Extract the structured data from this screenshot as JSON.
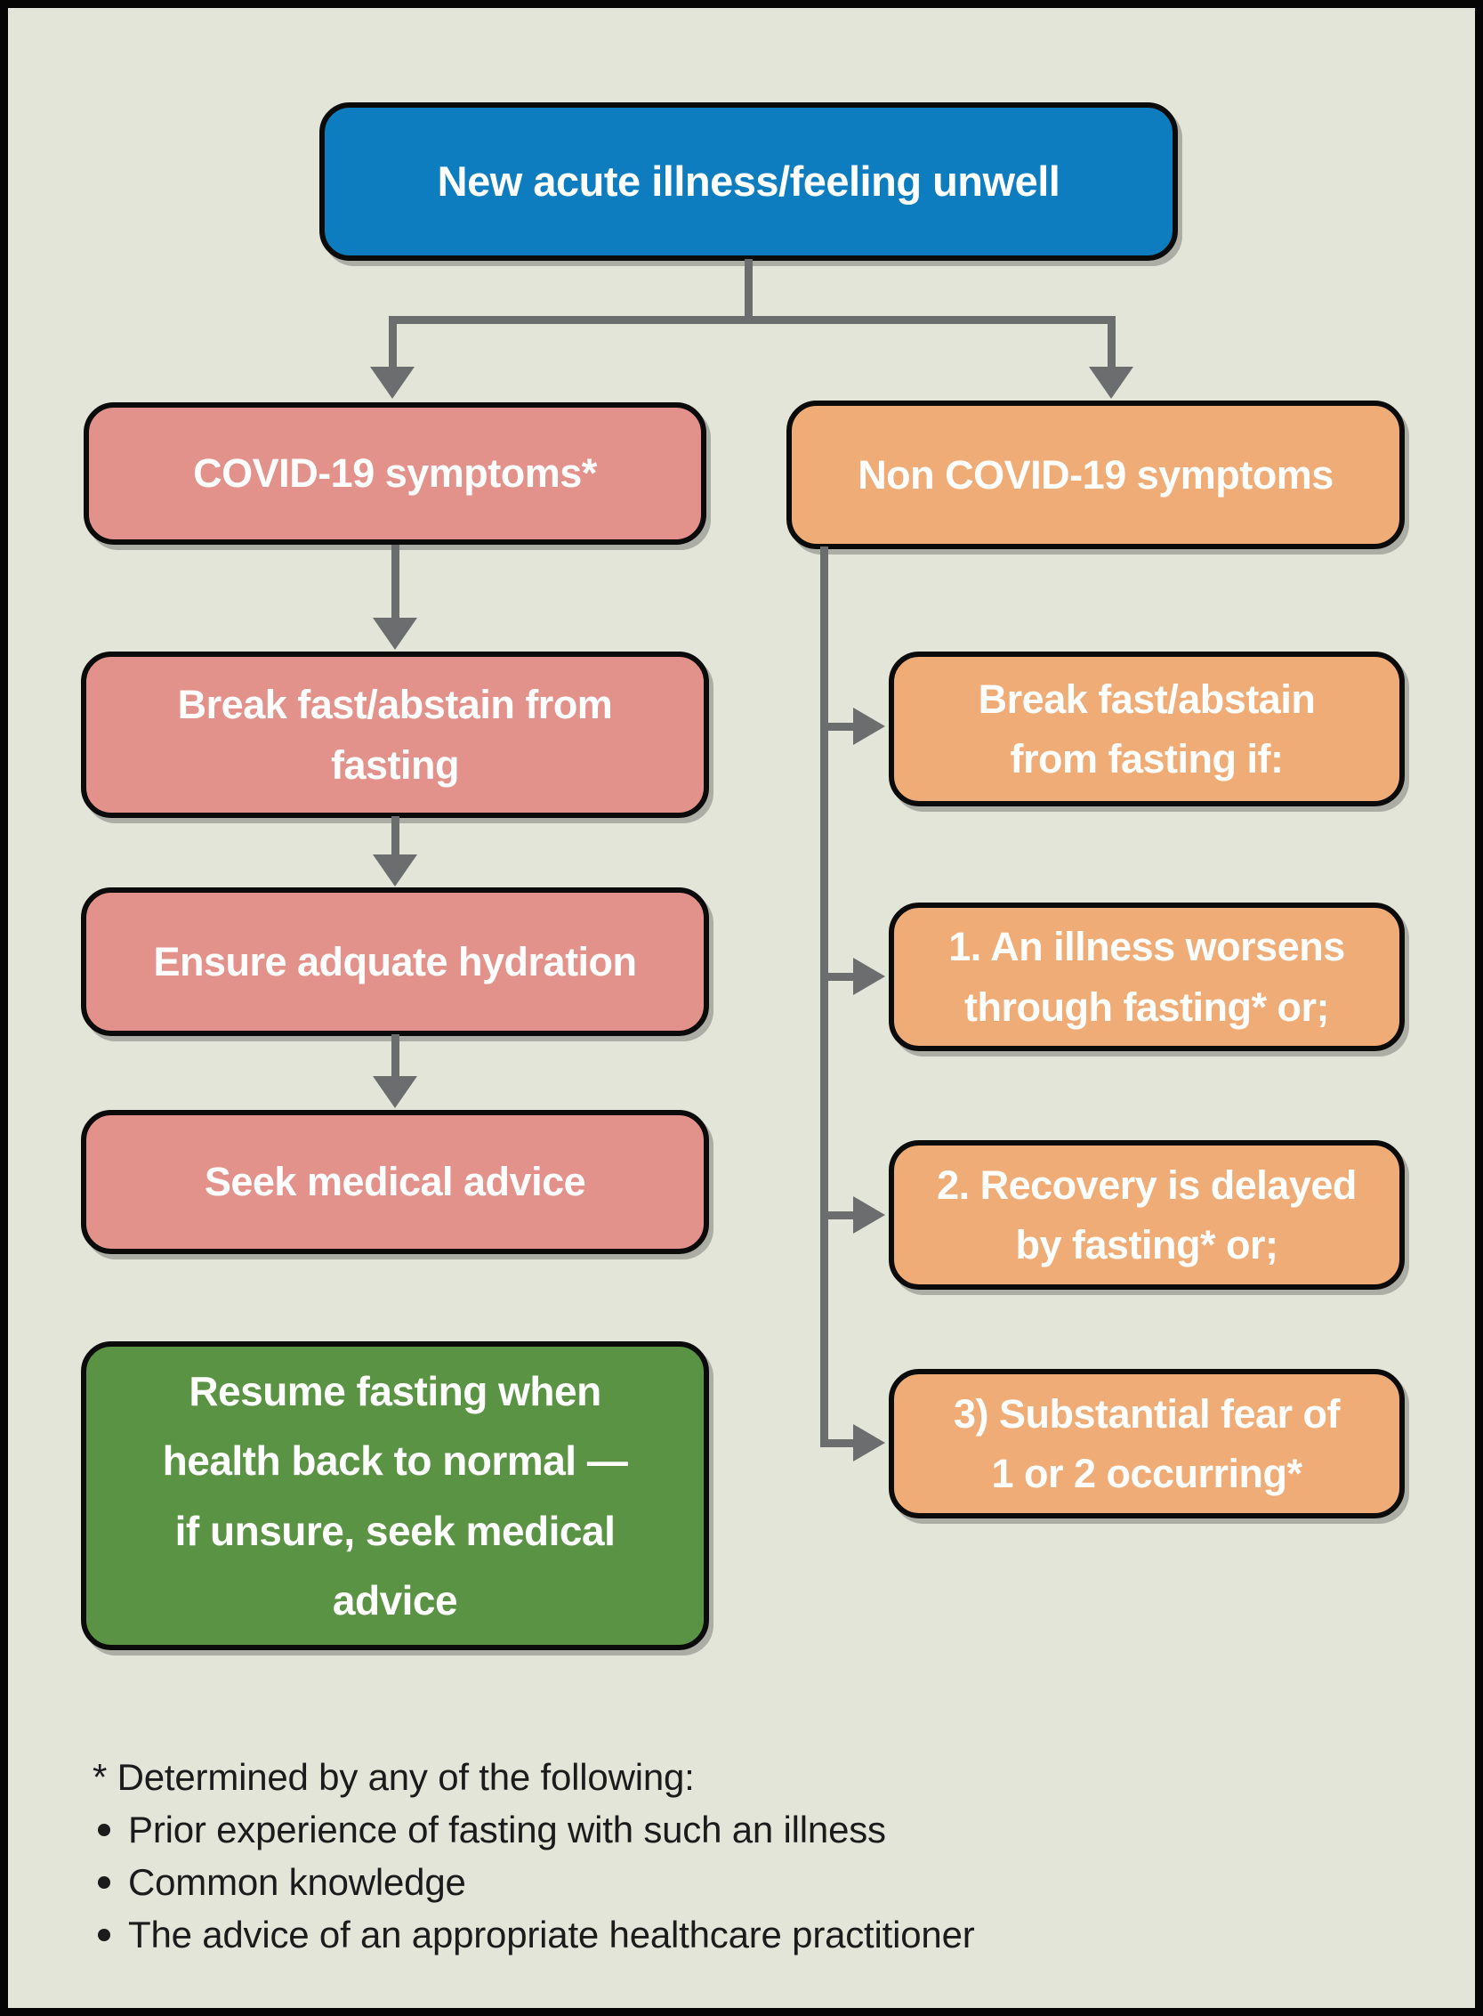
{
  "figure": {
    "type": "flowchart",
    "background_color": "#e2e5d8",
    "frame_color": "#050505",
    "connector_color": "#6b6d6e",
    "colors": {
      "start_node": "#0e7dc0",
      "covid_branch": "#e2928b",
      "non_covid_branch": "#efac76",
      "outcome_node": "#5a9343",
      "node_text": "#ffffff",
      "footnote_text": "#1b1b1b"
    }
  },
  "nodes": {
    "start": {
      "label": "New acute illness/feeling unwell"
    },
    "covid_symptoms": {
      "label": "COVID-19 symptoms*"
    },
    "non_covid_symptoms": {
      "label": "Non COVID-19 symptoms"
    },
    "break_fast": {
      "label": "Break fast/abstain from\nfasting"
    },
    "hydration": {
      "label": "Ensure adquate hydration"
    },
    "seek_advice": {
      "label": "Seek medical advice"
    },
    "resume_fasting": {
      "label": "Resume fasting when\nhealth back to normal —\nif unsure, seek medical\nadvice"
    },
    "break_fast_if": {
      "label": "Break fast/abstain\nfrom fasting if:"
    },
    "condition_1": {
      "label": "1. An illness worsens\nthrough fasting* or;"
    },
    "condition_2": {
      "label": "2. Recovery is delayed\nby fasting* or;"
    },
    "condition_3": {
      "label": "3) Substantial fear of\n1 or 2 occurring*"
    }
  },
  "footnote": {
    "heading": "* Determined by any of the following:",
    "items": [
      "Prior experience of fasting with such an illness",
      "Common knowledge",
      "The advice of an appropriate healthcare practitioner"
    ]
  }
}
